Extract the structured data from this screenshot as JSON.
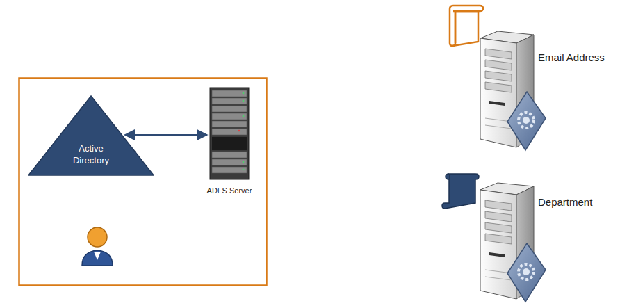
{
  "diagram": {
    "nodes": [
      {
        "text": [
          "Active Directory"
        ]
      },
      {
        "text": [
          "ADFS Server"
        ]
      },
      {
        "text": [
          "Email Address"
        ]
      },
      {
        "text": [
          "Department"
        ]
      }
    ],
    "edges": [
      {
        "from": 0,
        "to": 1,
        "arrow": "both"
      }
    ]
  }
}
